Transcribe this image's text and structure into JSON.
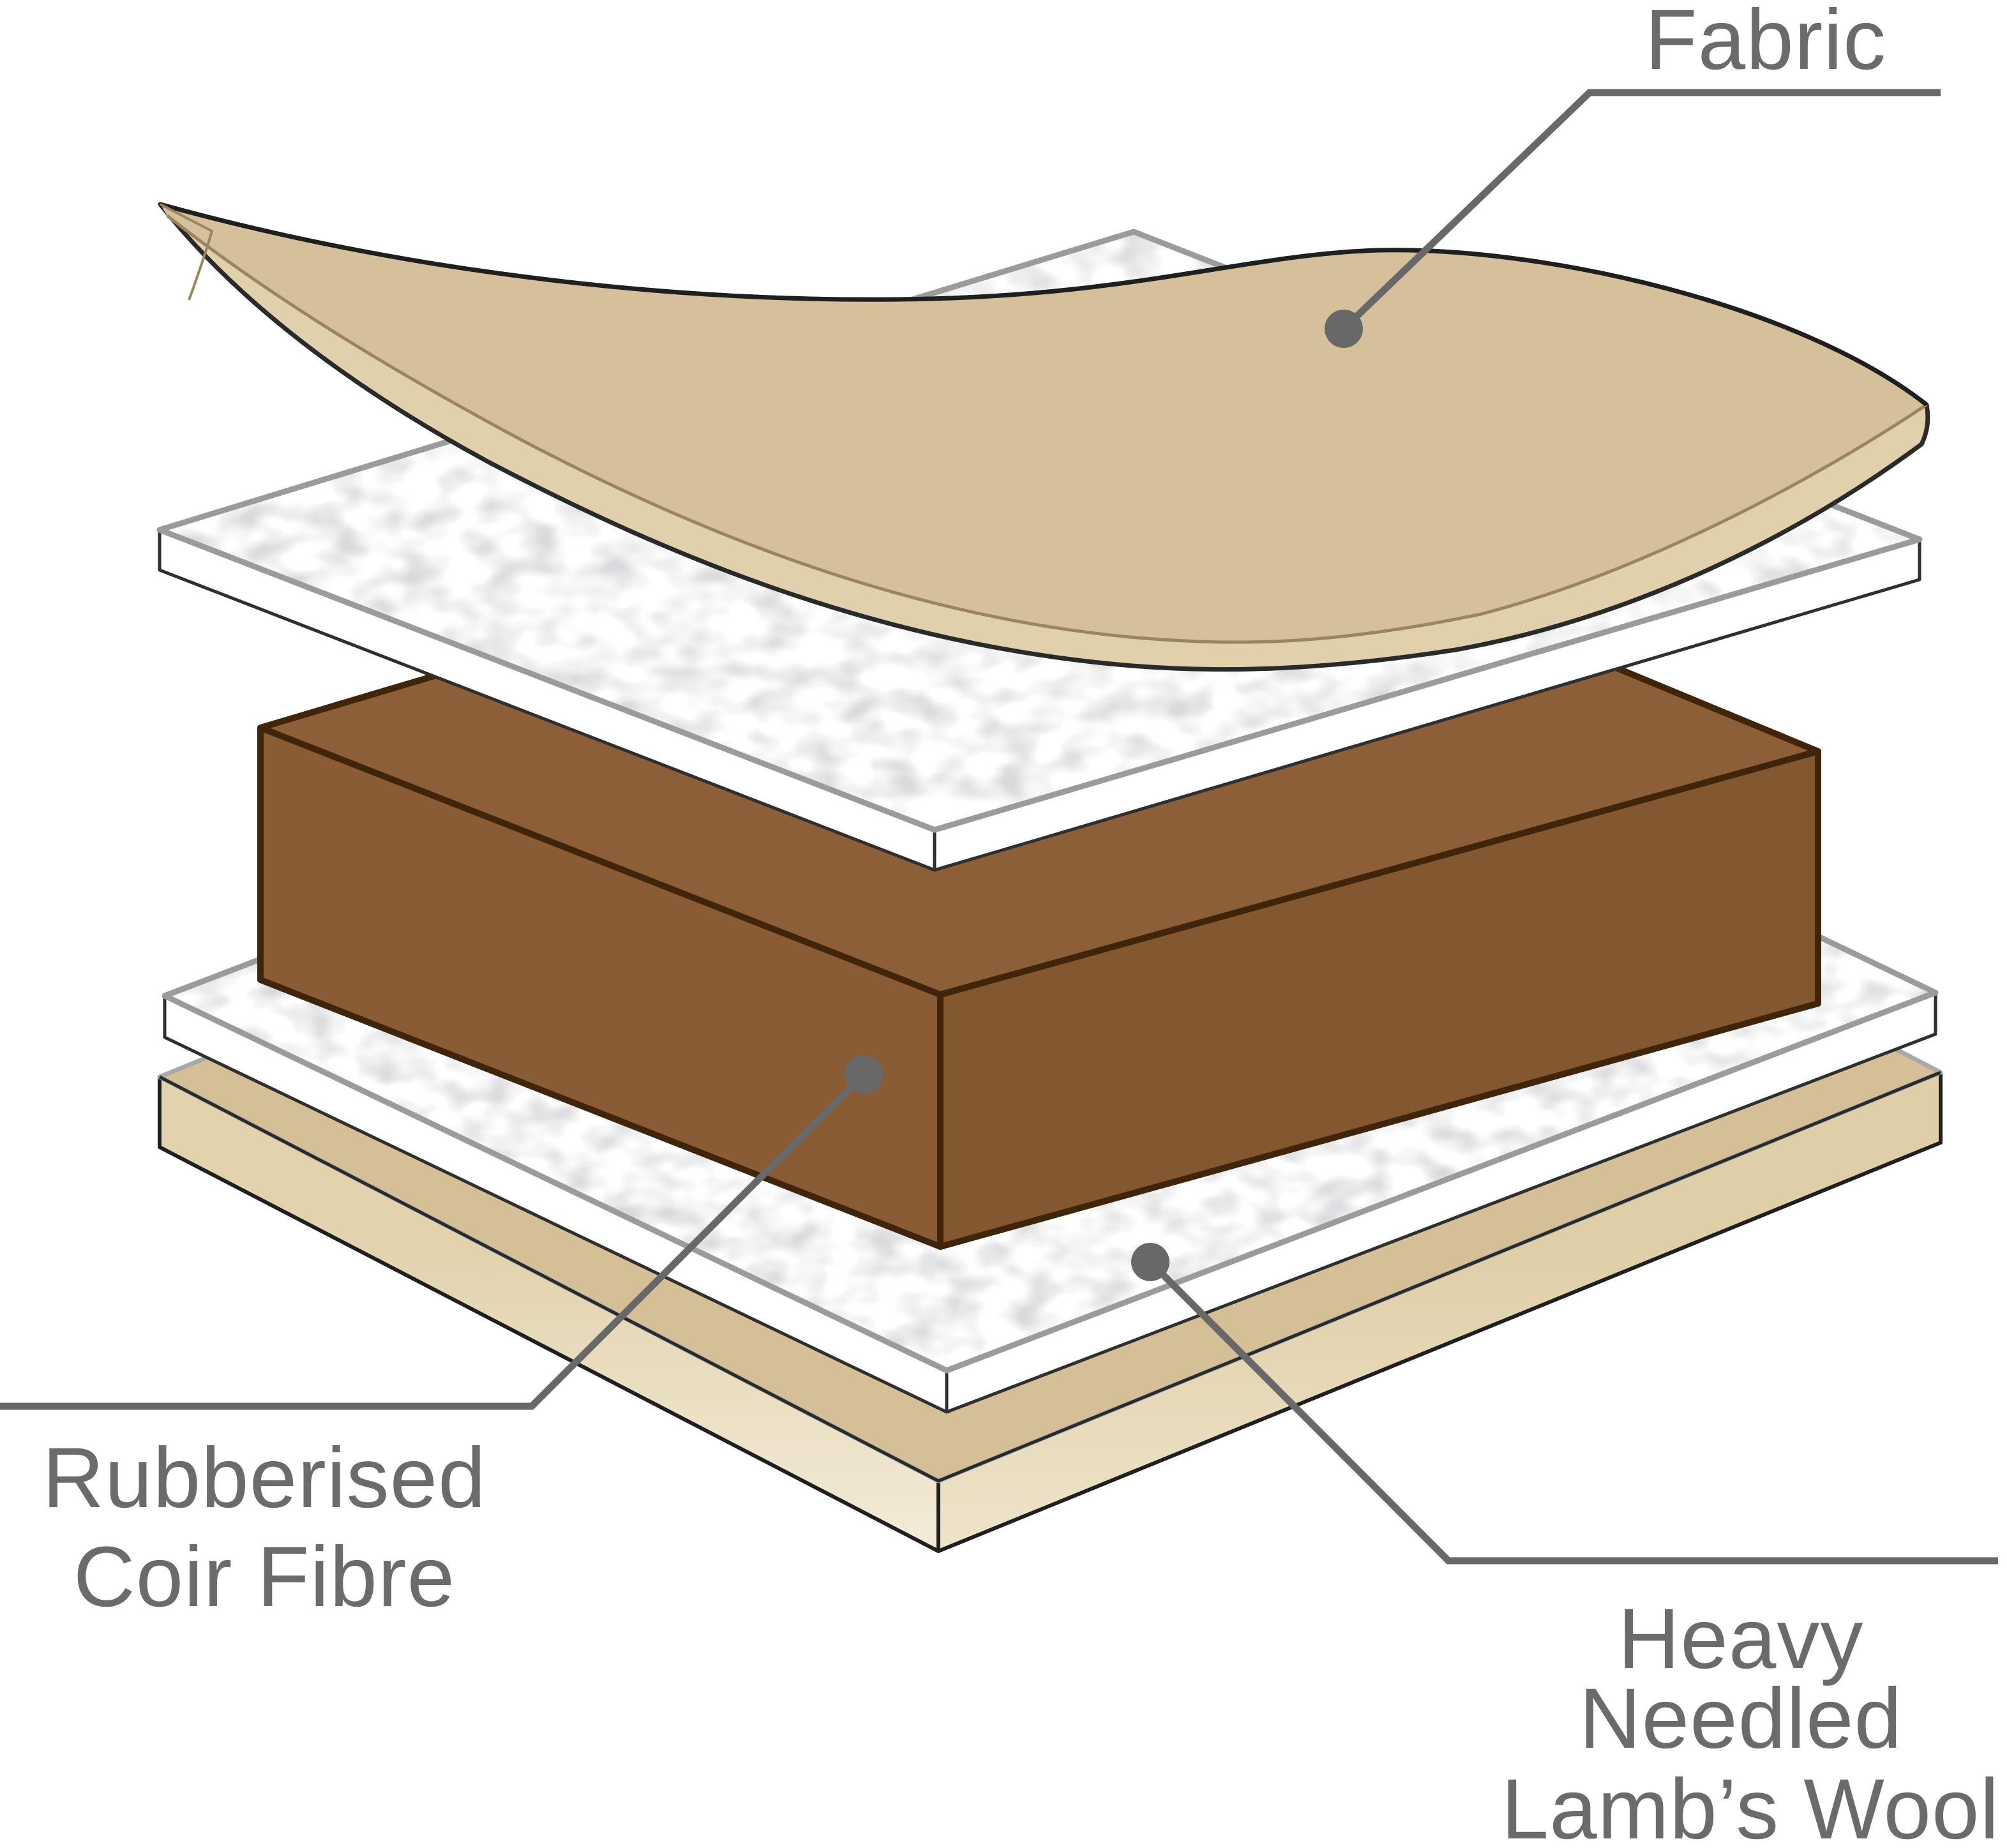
{
  "diagram": {
    "type": "exploded-layer-diagram",
    "background": "#ffffff",
    "labels": {
      "fabric": {
        "text": "Fabric"
      },
      "coir": {
        "line1": "Rubberised",
        "line2": "Coir Fibre"
      },
      "lambs_wool": {
        "line1": "Heavy",
        "line2": "Needled",
        "line3": "Lamb’s Wool"
      }
    },
    "layers": [
      {
        "id": "fabric-sheet",
        "label": "Fabric",
        "top_color": "#d5c09c",
        "edge_color": "#e0d1ac",
        "outline_color": "#2a2a2a"
      },
      {
        "id": "lambs-wool-upper",
        "label": "Heavy Needled Lamb’s Wool",
        "color": "#ffffff",
        "speckle_color": "#b3b3b6",
        "outline_color": "#9b9b9b"
      },
      {
        "id": "rubberised-coir-fibre",
        "label": "Rubberised Coir Fibre",
        "color": "#8a5c35",
        "outline_color": "#40250b"
      },
      {
        "id": "lambs-wool-lower",
        "label": "Heavy Needled Lamb’s Wool",
        "color": "#ffffff",
        "speckle_color": "#b3b3b6",
        "outline_color": "#9b9b9b"
      },
      {
        "id": "base-board",
        "top_color": "#d5bf97",
        "front_color": "#ecdfc2",
        "outline_color": "#1f1f1f"
      }
    ],
    "palette": {
      "label-color": "#6b6b6b",
      "leader-color": "#686868",
      "fabric-top": "#d5c09c",
      "fabric-edge": "#e0d1ac",
      "fabric-crease": "#9b8560",
      "coir-top": "#8d5f38",
      "coir-left": "#8a5c35",
      "coir-right": "#835730",
      "coir-outline": "#40250b",
      "wool-outline": "#9b9b9b",
      "base-top": "#d5bf97"
    }
  }
}
